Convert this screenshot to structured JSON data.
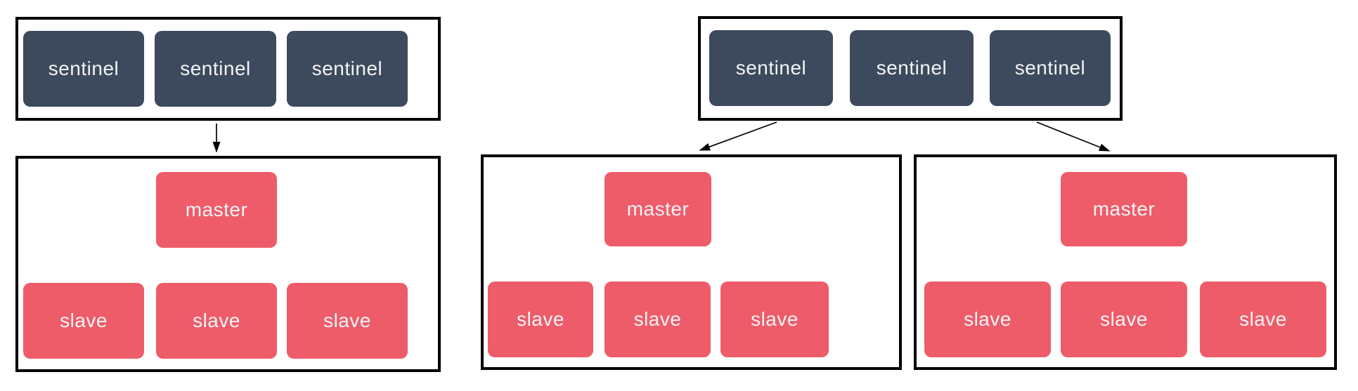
{
  "colors": {
    "background": "#ffffff",
    "border": "#000000",
    "arrow": "#000000",
    "sentinel": "#3d4a5d",
    "redis": "#ee5c69",
    "text": "#f2f3f5"
  },
  "sentinel_groups": [
    {
      "name": "sentinel-group-1",
      "nodes": [
        {
          "label": "sentinel"
        },
        {
          "label": "sentinel"
        },
        {
          "label": "sentinel"
        }
      ]
    },
    {
      "name": "sentinel-group-2",
      "nodes": [
        {
          "label": "sentinel"
        },
        {
          "label": "sentinel"
        },
        {
          "label": "sentinel"
        }
      ]
    }
  ],
  "clusters": [
    {
      "name": "cluster-1",
      "master": {
        "label": "master"
      },
      "slaves": [
        {
          "label": "slave"
        },
        {
          "label": "slave"
        },
        {
          "label": "slave"
        }
      ]
    },
    {
      "name": "cluster-2",
      "master": {
        "label": "master"
      },
      "slaves": [
        {
          "label": "slave"
        },
        {
          "label": "slave"
        },
        {
          "label": "slave"
        }
      ]
    },
    {
      "name": "cluster-3",
      "master": {
        "label": "master"
      },
      "slaves": [
        {
          "label": "slave"
        },
        {
          "label": "slave"
        },
        {
          "label": "slave"
        }
      ]
    }
  ],
  "connections": [
    {
      "from": "sentinel-group-1",
      "to": "cluster-1"
    },
    {
      "from": "sentinel-group-2",
      "to": "cluster-2"
    },
    {
      "from": "sentinel-group-2",
      "to": "cluster-3"
    },
    {
      "from": "cluster-1-slave-1",
      "to": "cluster-1-master"
    },
    {
      "from": "cluster-1-slave-2",
      "to": "cluster-1-master"
    },
    {
      "from": "cluster-1-slave-3",
      "to": "cluster-1-master"
    },
    {
      "from": "cluster-2-slave-1",
      "to": "cluster-2-master"
    },
    {
      "from": "cluster-2-slave-2",
      "to": "cluster-2-master"
    },
    {
      "from": "cluster-2-slave-3",
      "to": "cluster-2-master"
    },
    {
      "from": "cluster-3-slave-1",
      "to": "cluster-3-master"
    },
    {
      "from": "cluster-3-slave-2",
      "to": "cluster-3-master"
    },
    {
      "from": "cluster-3-slave-3",
      "to": "cluster-3-master"
    }
  ]
}
